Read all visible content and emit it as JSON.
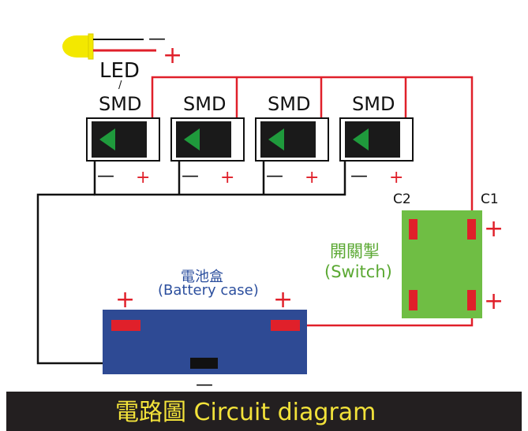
{
  "led": {
    "label": "LED",
    "slash": "/",
    "minus": "—",
    "plus": "+"
  },
  "smd_modules": [
    {
      "label": "SMD",
      "minus": "—",
      "plus": "+"
    },
    {
      "label": "SMD",
      "minus": "—",
      "plus": "+"
    },
    {
      "label": "SMD",
      "minus": "—",
      "plus": "+"
    },
    {
      "label": "SMD",
      "minus": "—",
      "plus": "+"
    }
  ],
  "switch": {
    "label_cn": "開關掣",
    "label_en": "(Switch)",
    "pin_c2": "C2",
    "pin_c1": "C1",
    "plus_top": "+",
    "plus_bottom": "+"
  },
  "battery": {
    "label_cn": "電池盒",
    "label_en": "(Battery case)",
    "plus_left": "+",
    "plus_right": "+",
    "minus": "—"
  },
  "caption": "電路圖 Circuit diagram",
  "colors": {
    "wire_red": "#e0202a",
    "wire_black": "#111111",
    "smd_green": "#1f9a3c",
    "switch_green": "#6fbe44",
    "battery_blue": "#2e4a94",
    "caption_bg": "#231f20",
    "caption_text": "#f2e23a",
    "led_yellow": "#f3e800"
  }
}
